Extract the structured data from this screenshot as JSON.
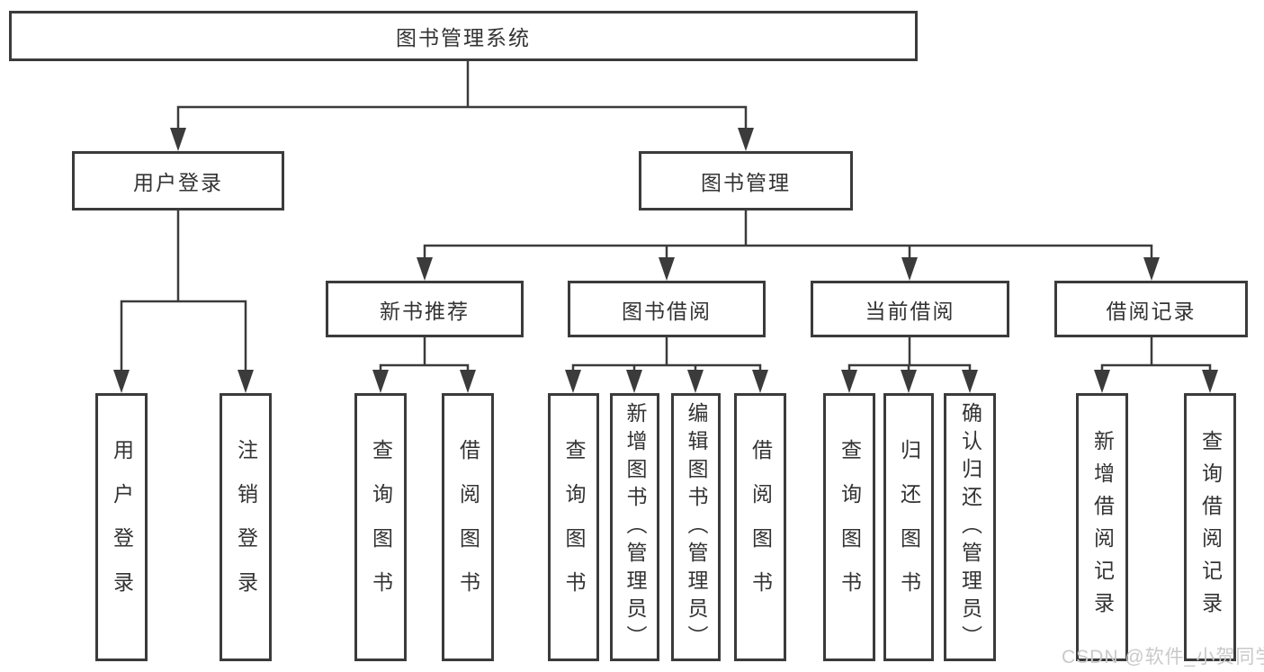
{
  "tree": {
    "root": {
      "label": "图书管理系统"
    },
    "branches": [
      {
        "label": "用户登录",
        "children": [
          {
            "label": "用户登录"
          },
          {
            "label": "注销登录"
          }
        ]
      },
      {
        "label": "图书管理",
        "children": [
          {
            "label": "新书推荐",
            "children": [
              {
                "label": "查询图书"
              },
              {
                "label": "借阅图书"
              }
            ]
          },
          {
            "label": "图书借阅",
            "children": [
              {
                "label": "查询图书"
              },
              {
                "label": "新增图书（管理员）"
              },
              {
                "label": "编辑图书（管理员）"
              },
              {
                "label": "借阅图书"
              }
            ]
          },
          {
            "label": "当前借阅",
            "children": [
              {
                "label": "查询图书"
              },
              {
                "label": "归还图书"
              },
              {
                "label": "确认归还（管理员）"
              }
            ]
          },
          {
            "label": "借阅记录",
            "children": [
              {
                "label": "新增借阅记录"
              },
              {
                "label": "查询借阅记录"
              }
            ]
          }
        ]
      }
    ]
  },
  "watermark": {
    "text": "CSDN @软件_小贺同学"
  },
  "colors": {
    "line": "#3b3b3b",
    "text": "#333333",
    "box_background": "#ffffff",
    "watermark": "#c9c9c9",
    "page_background": "#ffffff"
  }
}
